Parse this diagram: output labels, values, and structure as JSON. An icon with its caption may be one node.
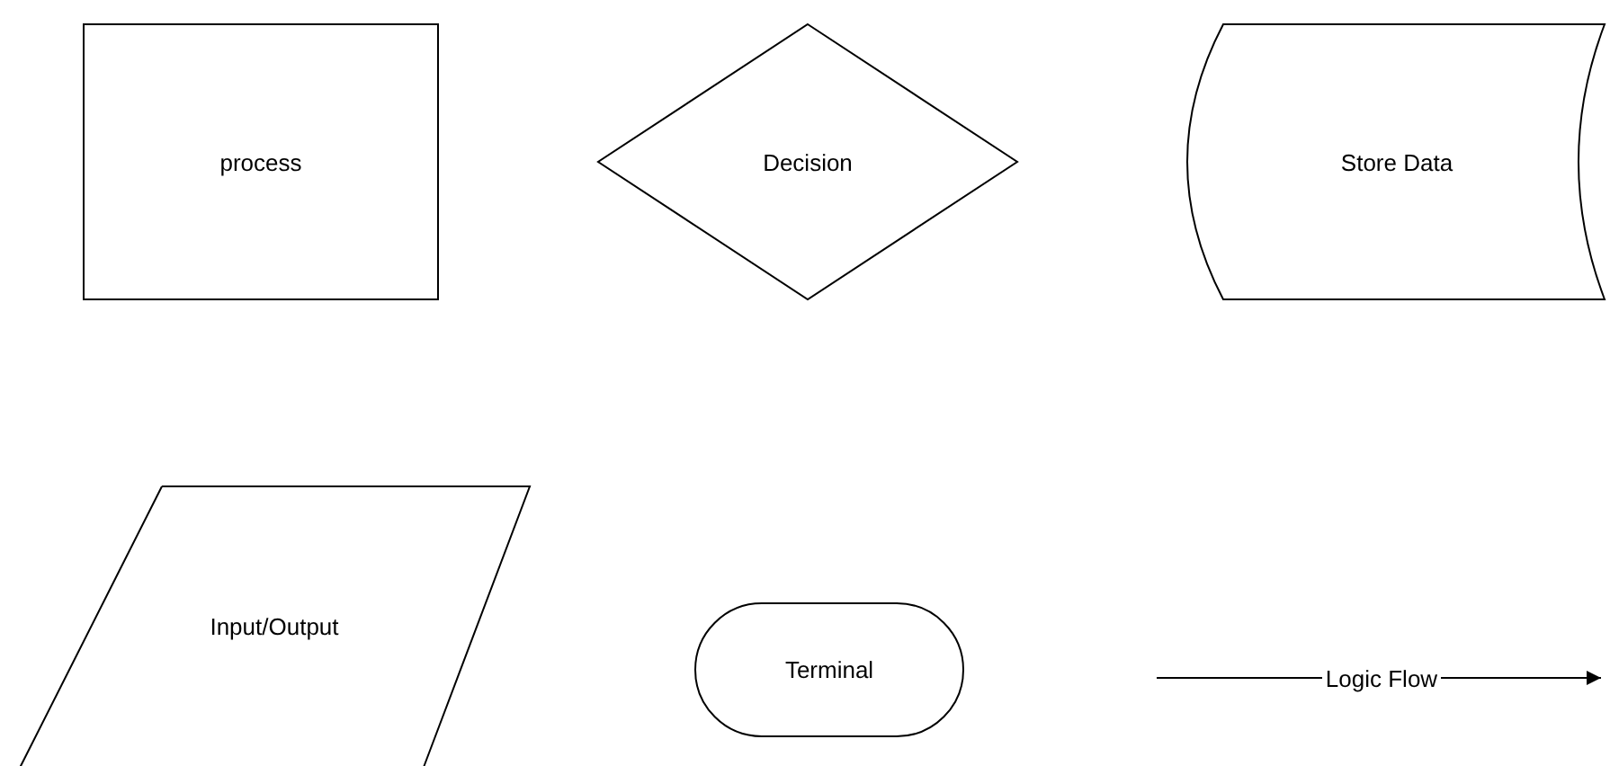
{
  "diagram": {
    "nodes": [
      {
        "text": [
          "process"
        ]
      },
      {
        "text": [
          "Decision"
        ]
      },
      {
        "text": [
          "Store Data"
        ]
      },
      {
        "text": [
          "Input/Output"
        ]
      },
      {
        "text": [
          "Terminal"
        ]
      },
      {
        "text": [
          "Logic Flow"
        ]
      }
    ],
    "edges": [
      {
        "from": null,
        "to": 5,
        "arrow": "none"
      },
      {
        "from": 5,
        "to": null,
        "arrow": "to"
      }
    ]
  }
}
